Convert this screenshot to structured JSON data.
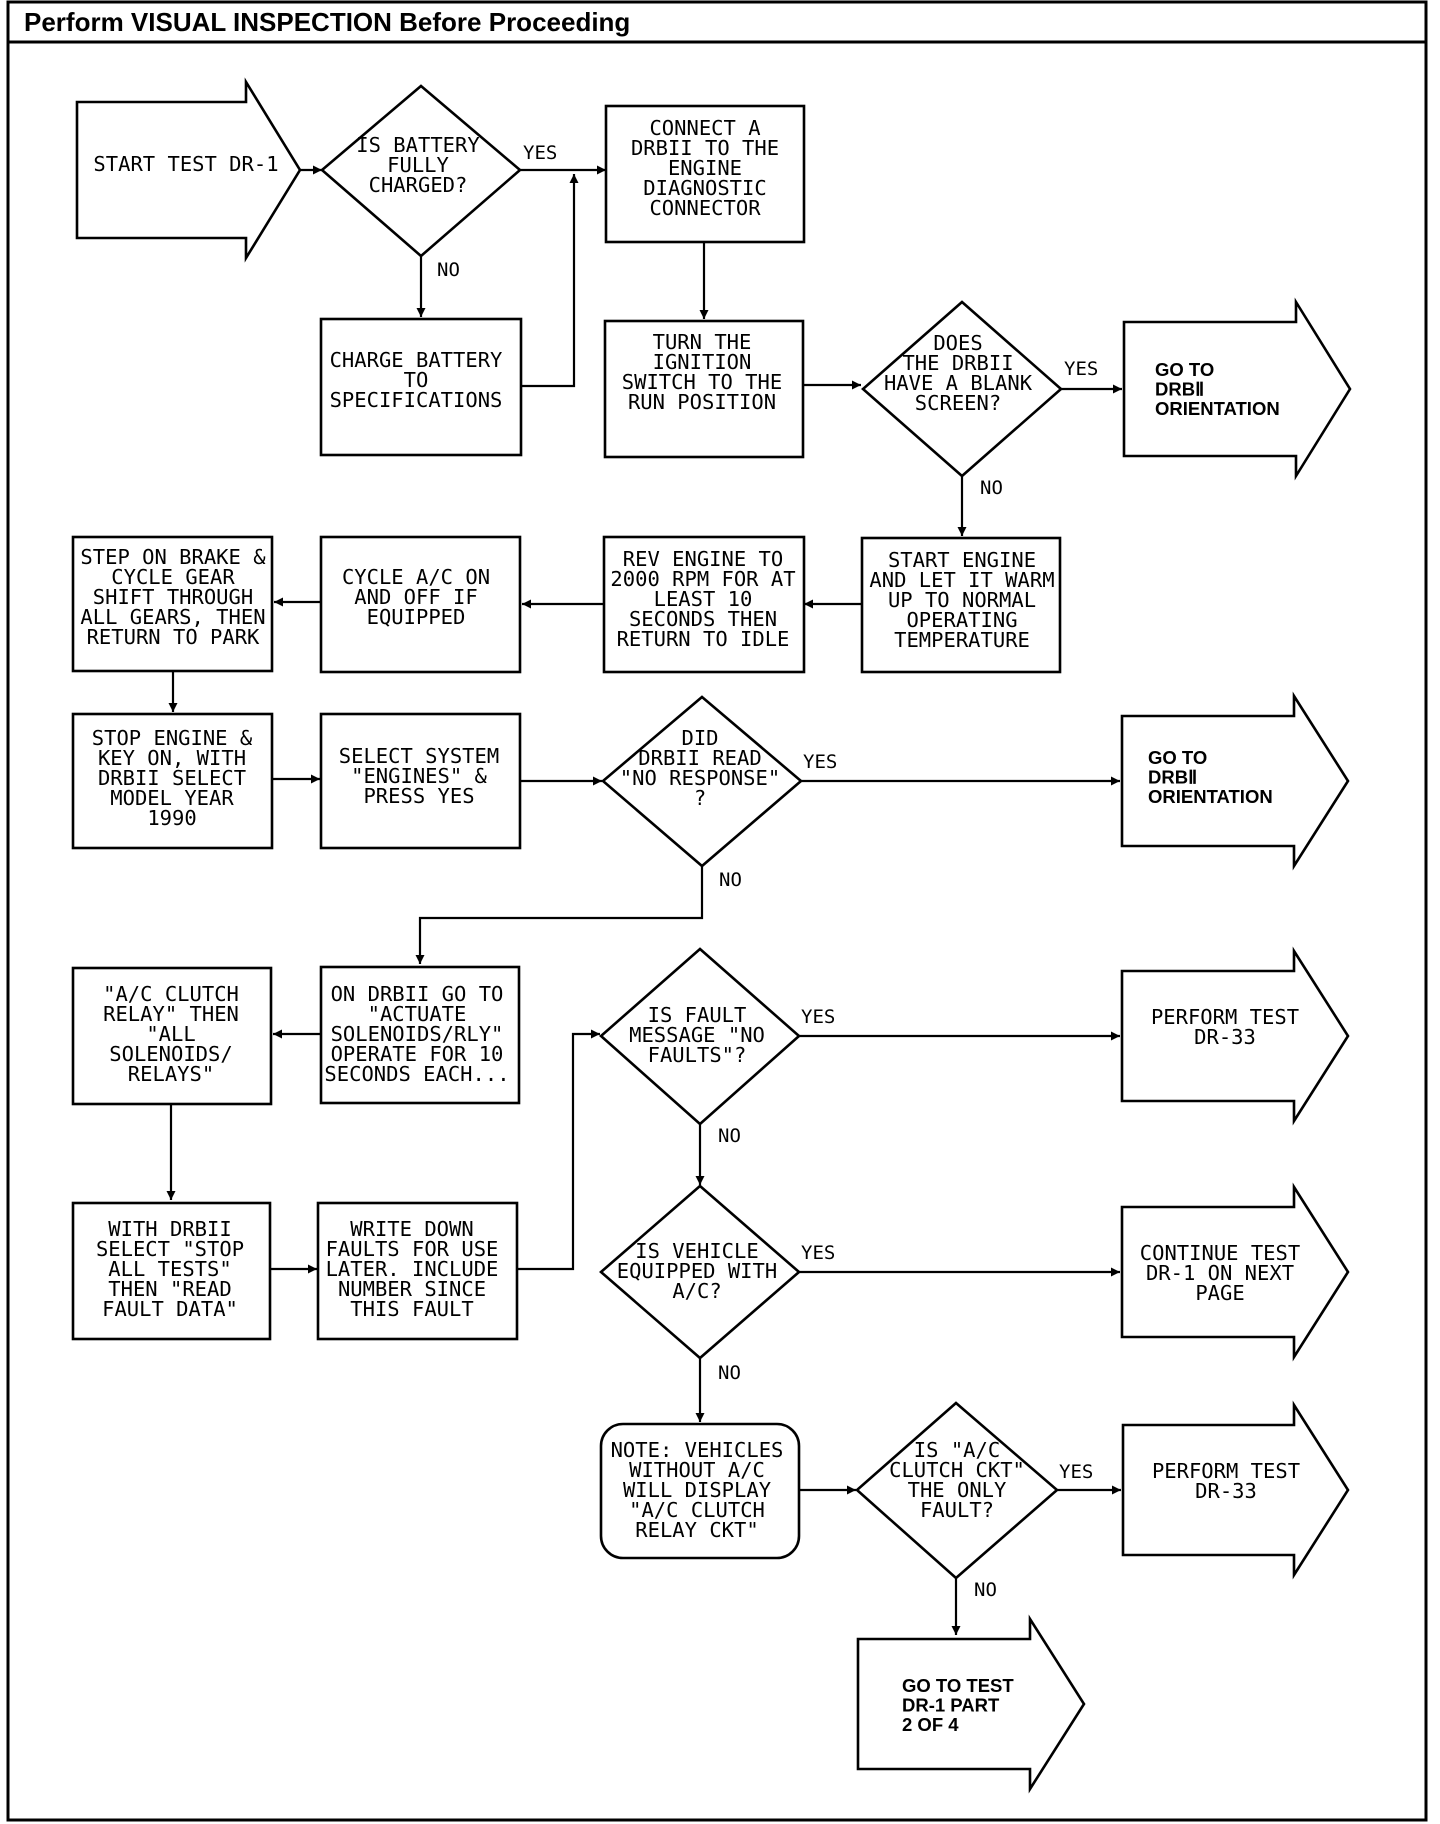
{
  "header": {
    "title": "Perform VISUAL INSPECTION Before Proceeding"
  },
  "nodes": {
    "start": [
      "START TEST DR-1"
    ],
    "battery_q": [
      "IS BATTERY",
      "FULLY",
      "CHARGED?"
    ],
    "connect": [
      "CONNECT A",
      "DRBII TO THE",
      "ENGINE",
      "DIAGNOSTIC",
      "CONNECTOR"
    ],
    "charge": [
      "CHARGE BATTERY",
      "TO",
      "SPECIFICATIONS"
    ],
    "ignition": [
      "TURN THE",
      "IGNITION",
      "SWITCH TO THE",
      "RUN POSITION"
    ],
    "blank_q": [
      "DOES",
      "THE DRBII",
      "HAVE A BLANK",
      "SCREEN?"
    ],
    "goto_orient_1": [
      "GO TO",
      "DRBⅡ",
      "ORIENTATION"
    ],
    "start_engine": [
      "START ENGINE",
      "AND LET IT WARM",
      "UP TO NORMAL",
      "OPERATING",
      "TEMPERATURE"
    ],
    "rev": [
      "REV ENGINE TO",
      "2000 RPM FOR AT",
      "LEAST 10",
      "SECONDS THEN",
      "RETURN TO IDLE"
    ],
    "cycle_ac": [
      "CYCLE A/C ON",
      "AND OFF IF",
      "EQUIPPED"
    ],
    "brake": [
      "STEP ON BRAKE &",
      "CYCLE GEAR",
      "SHIFT THROUGH",
      "ALL GEARS, THEN",
      "RETURN TO PARK"
    ],
    "stop_engine": [
      "STOP ENGINE &",
      "KEY ON, WITH",
      "DRBII SELECT",
      "MODEL YEAR",
      "1990"
    ],
    "select_sys": [
      "SELECT SYSTEM",
      "\"ENGINES\" &",
      "PRESS YES"
    ],
    "noresp_q": [
      "DID",
      "DRBII READ",
      "\"NO RESPONSE\"",
      "?"
    ],
    "goto_orient_2": [
      "GO TO",
      "DRBⅡ",
      "ORIENTATION"
    ],
    "on_drbii": [
      "ON DRBII GO TO",
      "\"ACTUATE",
      "SOLENOIDS/RLY\"",
      "OPERATE FOR 10",
      "SECONDS EACH..."
    ],
    "ac_relay": [
      "\"A/C CLUTCH",
      "RELAY\" THEN",
      "\"ALL",
      "SOLENOIDS/",
      "RELAYS\""
    ],
    "fault_q": [
      "IS FAULT",
      "MESSAGE \"NO",
      "FAULTS\"?"
    ],
    "perform_33a": [
      "PERFORM TEST",
      "DR-33"
    ],
    "stop_tests": [
      "WITH DRBII",
      "SELECT \"STOP",
      "ALL TESTS\"",
      "THEN \"READ",
      "FAULT DATA\""
    ],
    "write_down": [
      "WRITE DOWN",
      "FAULTS FOR USE",
      "LATER. INCLUDE",
      "NUMBER SINCE",
      "THIS FAULT"
    ],
    "ac_q": [
      "IS VEHICLE",
      "EQUIPPED WITH",
      "A/C?"
    ],
    "continue": [
      "CONTINUE TEST",
      "DR-1 ON NEXT",
      "PAGE"
    ],
    "note": [
      "NOTE: VEHICLES",
      "WITHOUT A/C",
      "WILL DISPLAY",
      "\"A/C CLUTCH",
      "RELAY CKT\""
    ],
    "clutch_q": [
      "IS \"A/C",
      "CLUTCH CKT\"",
      "THE ONLY",
      "FAULT?"
    ],
    "perform_33b": [
      "PERFORM TEST",
      "DR-33"
    ],
    "goto_part2": [
      "GO TO TEST",
      "DR-1 PART",
      "2 OF 4"
    ]
  },
  "edge_labels": {
    "battery_yes": "YES",
    "battery_no": "NO",
    "blank_yes": "YES",
    "blank_no": "NO",
    "noresp_yes": "YES",
    "noresp_no": "NO",
    "fault_yes": "YES",
    "fault_no": "NO",
    "ac_yes": "YES",
    "ac_no": "NO",
    "clutch_yes": "YES",
    "clutch_no": "NO"
  }
}
